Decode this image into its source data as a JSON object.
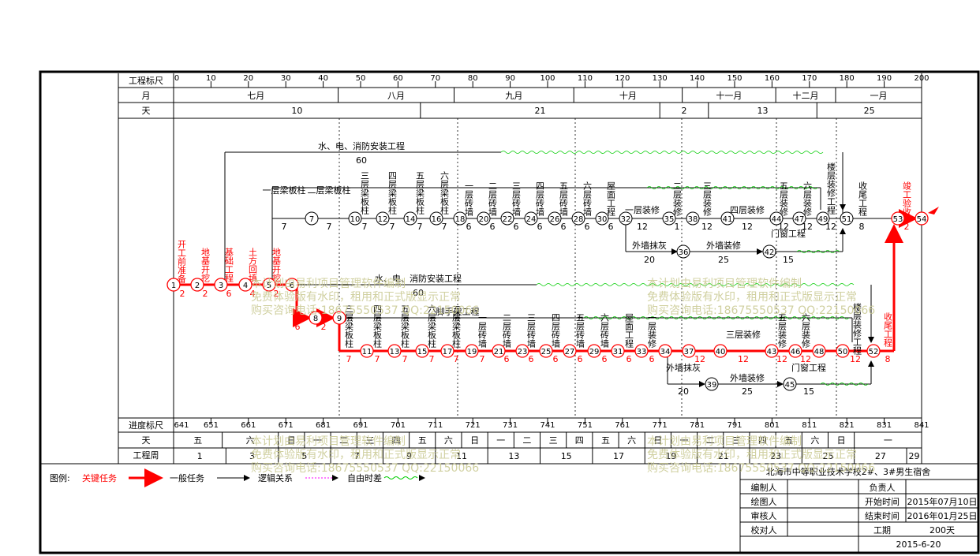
{
  "header": {
    "scale_label": "工程标尺",
    "month_label": "月",
    "day_label": "天",
    "scale_ticks": [
      "0",
      "10",
      "20",
      "30",
      "40",
      "50",
      "60",
      "70",
      "80",
      "90",
      "100",
      "110",
      "120",
      "130",
      "140",
      "150",
      "160",
      "170",
      "180",
      "190",
      "200"
    ],
    "months": [
      "七月",
      "八月",
      "九月",
      "十月",
      "十一月",
      "十二月",
      "一月"
    ],
    "day_groups": [
      "10",
      "21",
      "2",
      "13",
      "25"
    ]
  },
  "footer": {
    "progress_label": "进度标尺",
    "day_label": "天",
    "week_label": "工程周",
    "progress_ticks": [
      "641",
      "651",
      "661",
      "671",
      "681",
      "691",
      "701",
      "711",
      "721",
      "731",
      "741",
      "751",
      "761",
      "771",
      "781",
      "791",
      "801",
      "811",
      "821",
      "831",
      "841"
    ],
    "weekdays": [
      "五",
      "六",
      "日",
      "一",
      "二",
      "三",
      "四",
      "五",
      "六",
      "日",
      "一",
      "二",
      "三",
      "四",
      "五",
      "六",
      "日",
      "一",
      "二",
      "三",
      "四",
      "五",
      "六",
      "日",
      "一"
    ],
    "weeks": [
      "1",
      "3",
      "5",
      "7",
      "9",
      "11",
      "13",
      "15",
      "17",
      "19",
      "21",
      "23",
      "25",
      "27",
      "29"
    ]
  },
  "legend": {
    "title": "图例:",
    "items": [
      {
        "label": "关键任务",
        "color": "#ff0000",
        "style": "critical"
      },
      {
        "label": "一般任务",
        "color": "#000000",
        "style": "normal"
      },
      {
        "label": "逻辑关系",
        "color": "#ff00ff",
        "style": "dotted"
      },
      {
        "label": "自由时差",
        "color": "#00cc00",
        "style": "wavy"
      }
    ]
  },
  "titleblock": {
    "project": "北海市中等职业技术学校2#、3#男生宿舍",
    "labels": {
      "compiler": "编制人",
      "principal": "负责人",
      "drawer": "绘图人",
      "start": "开始时间",
      "reviewer": "审核人",
      "end": "结束时间",
      "proofreader": "校对人",
      "duration": "工期"
    },
    "values": {
      "start": "2015年07月10日",
      "end": "2016年01月25日",
      "duration": "200天",
      "date": "2015-6-20"
    }
  },
  "network": {
    "upper_nodes": [
      "7",
      "10",
      "12",
      "14",
      "16",
      "18",
      "20",
      "22",
      "24",
      "26",
      "28",
      "30",
      "32",
      "35",
      "38",
      "41",
      "44",
      "47",
      "49",
      "51",
      "36",
      "42"
    ],
    "lower_nodes": [
      "8",
      "9",
      "11",
      "13",
      "15",
      "17",
      "19",
      "21",
      "23",
      "25",
      "27",
      "29",
      "31",
      "33",
      "34",
      "37",
      "40",
      "43",
      "46",
      "48",
      "50",
      "52",
      "39",
      "45"
    ],
    "common_nodes": [
      "1",
      "2",
      "3",
      "4",
      "5",
      "6",
      "53",
      "54"
    ],
    "durations": {
      "initial": [
        "2",
        "2",
        "6",
        "4",
        "2"
      ],
      "upper_chain": [
        "7",
        "7",
        "7",
        "7",
        "7",
        "7",
        "6",
        "6",
        "6",
        "6",
        "6",
        "6",
        "6"
      ],
      "upper_tail": [
        "12",
        "1",
        "12",
        "12",
        "12",
        "12",
        "12",
        "8",
        "2"
      ],
      "upper_mep": "60",
      "upper_plaster": [
        "20",
        "25",
        "15"
      ],
      "lower_chain": [
        "7",
        "7",
        "7",
        "7",
        "7",
        "7",
        "6",
        "6",
        "6",
        "6",
        "6",
        "6",
        "6"
      ],
      "lower_tail": [
        "12",
        "12",
        "12",
        "12",
        "12",
        "8"
      ],
      "lower_mep": "60",
      "lower_plaster": [
        "20",
        "25",
        "15"
      ],
      "branch": [
        "6",
        "2"
      ]
    },
    "tasks": {
      "upper_mep": "水、电、消防安装工程",
      "lower_mep": "水、电、消防安装工程",
      "scaffold": "脚手架工程",
      "plaster": "外墙抹灰",
      "ext_finish": "外墙装修",
      "doors": "门窗工程",
      "t_kaigong": "开工前准备",
      "t_diji": "地基开挖",
      "t_jichu": "基础工程",
      "t_tufang": "土方回填",
      "t_dijisu": "地基开挖",
      "t_1f": "一层梁板柱",
      "t_2f": "二层梁板柱",
      "t_3f": "三层梁板柱",
      "t_4f": "四层梁板柱",
      "t_5f": "五层梁板柱",
      "t_6f": "六层梁板柱",
      "t_b1": "一层砖墙",
      "t_b2": "二层砖墙",
      "t_b3": "三层砖墙",
      "t_b4": "四层砖墙",
      "t_b5": "五层砖墙",
      "t_b6": "六层砖墙",
      "t_roof": "屋面工程",
      "t_d1": "一层装修",
      "t_d2": "二层装修",
      "t_d3": "三层装修",
      "t_d4": "四层装修",
      "t_d5": "五层装修",
      "t_d6": "六层装修",
      "t_stair": "楼层装修工程",
      "t_close": "收尾工程",
      "t_accept": "竣工验收"
    }
  },
  "watermark": {
    "line1": "本计划由易利项目管理软件编制",
    "line2": "免费体验版有水印，租用和正式版显示正常",
    "line3": "购买咨询电话:18675550537 QQ:22150066"
  }
}
